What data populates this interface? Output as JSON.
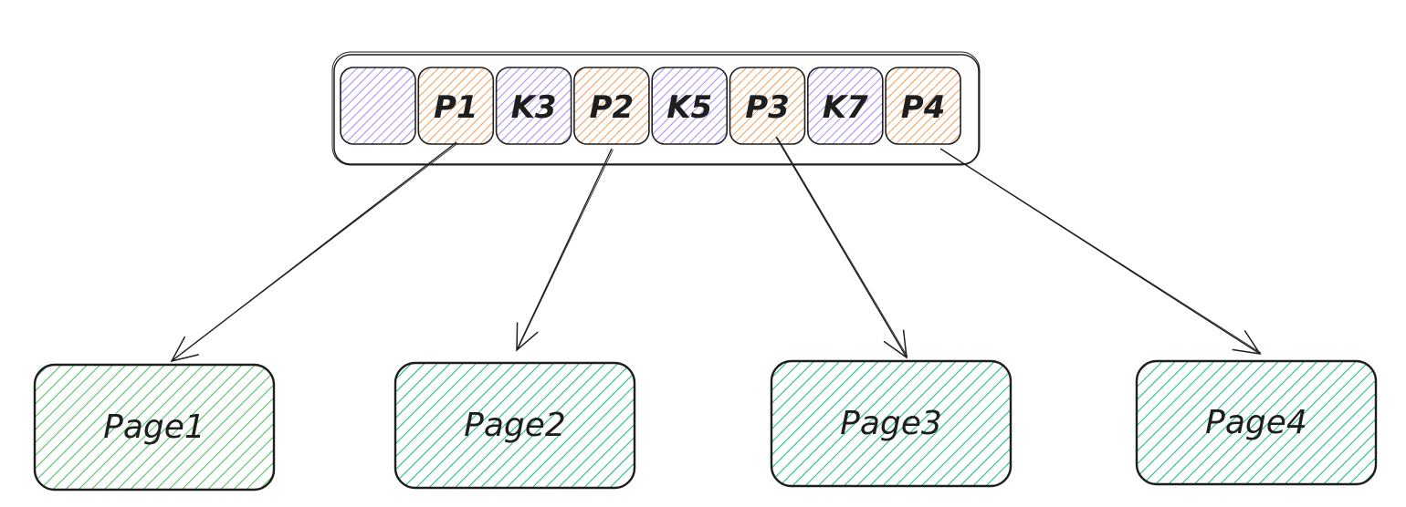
{
  "node_cells": [
    {
      "label": "",
      "kind": "key"
    },
    {
      "label": "P1",
      "kind": "pointer"
    },
    {
      "label": "K3",
      "kind": "key"
    },
    {
      "label": "P2",
      "kind": "pointer"
    },
    {
      "label": "K5",
      "kind": "key"
    },
    {
      "label": "P3",
      "kind": "pointer"
    },
    {
      "label": "K7",
      "kind": "key"
    },
    {
      "label": "P4",
      "kind": "pointer"
    }
  ],
  "pages": [
    {
      "label": "Page1"
    },
    {
      "label": "Page2"
    },
    {
      "label": "Page3"
    },
    {
      "label": "Page4"
    }
  ],
  "colors": {
    "key_fill": "#a78bfa",
    "pointer_fill": "#f59e5b",
    "page_fill_1": "#40c057",
    "page_fill_2": "#12b886",
    "stroke": "#1e1e1e"
  }
}
